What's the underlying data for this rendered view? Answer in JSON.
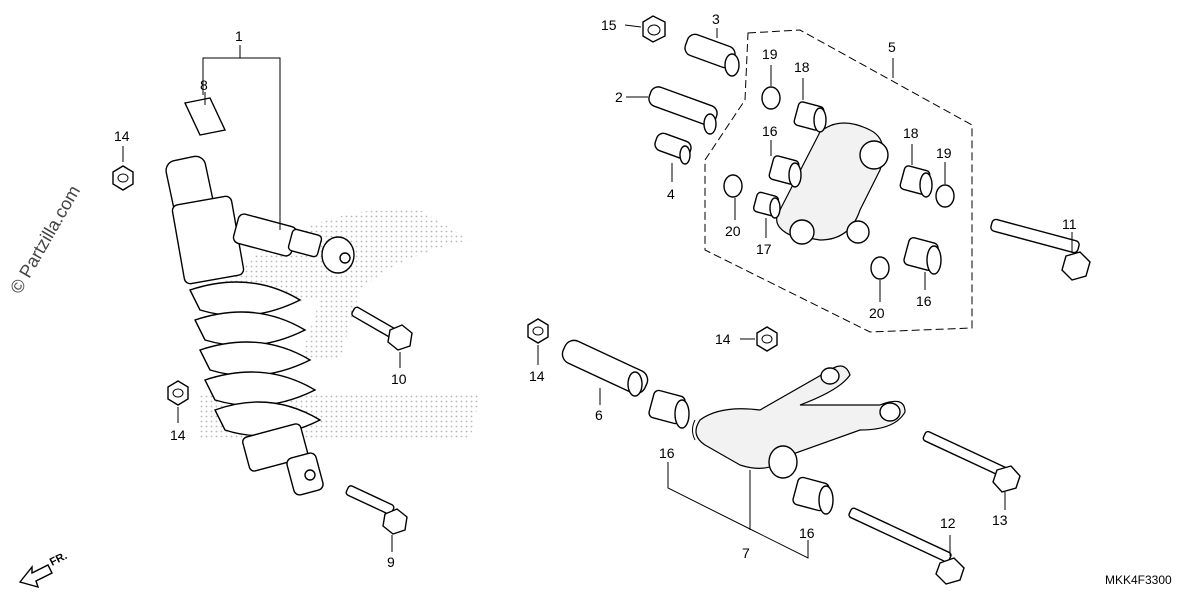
{
  "watermark": "© Partzilla.com",
  "direction_label": "FR.",
  "diagram_code": "MKK4F3300",
  "callouts": {
    "c1": "1",
    "c2": "2",
    "c3": "3",
    "c4": "4",
    "c5": "5",
    "c6": "6",
    "c7": "7",
    "c8": "8",
    "c9": "9",
    "c10": "10",
    "c11": "11",
    "c12": "12",
    "c13": "13",
    "c14a": "14",
    "c14b": "14",
    "c14c": "14",
    "c14d": "14",
    "c15": "15",
    "c16a": "16",
    "c16b": "16",
    "c16c": "16",
    "c16d": "16",
    "c17": "17",
    "c18a": "18",
    "c18b": "18",
    "c19a": "19",
    "c19b": "19",
    "c20a": "20",
    "c20b": "20"
  }
}
